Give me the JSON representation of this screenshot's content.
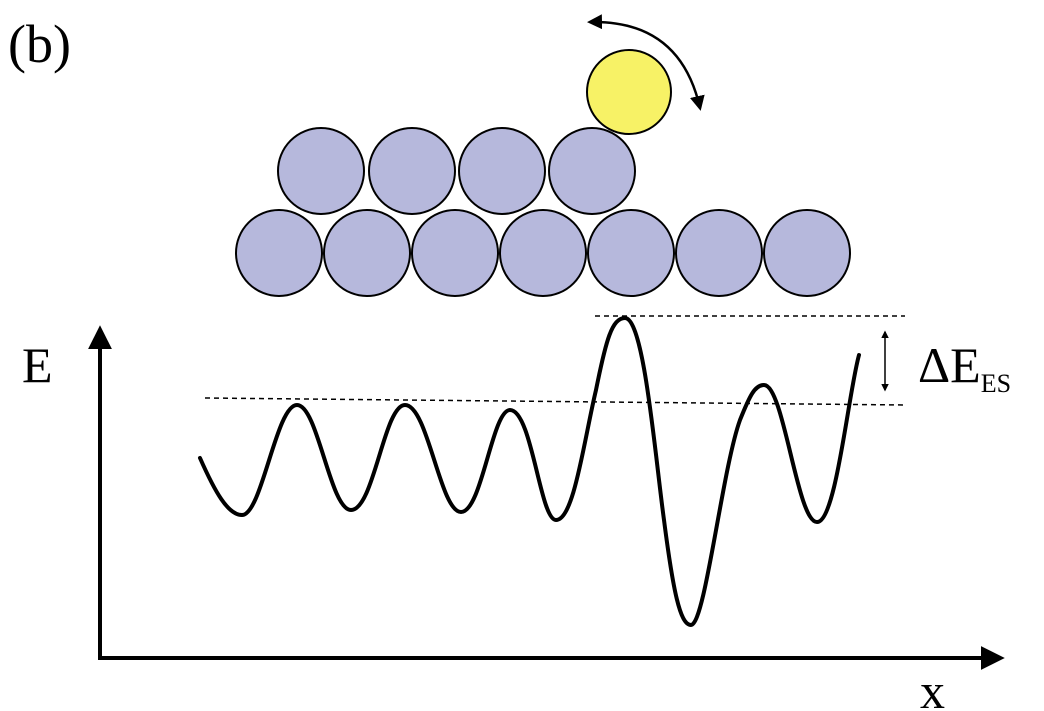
{
  "panel_label": "(b)",
  "axis": {
    "y_label": "E",
    "x_label": "x"
  },
  "barrier_label": {
    "delta": "Δ",
    "symbol": "E",
    "subscript": "ES"
  },
  "colors": {
    "substrate_atom_fill": "#b6b8dc",
    "adatom_fill": "#f7f266",
    "stroke": "#000000",
    "background": "#ffffff"
  },
  "atoms": {
    "bottom_row_count": 7,
    "top_row_count": 4,
    "adatom_count": 1
  }
}
